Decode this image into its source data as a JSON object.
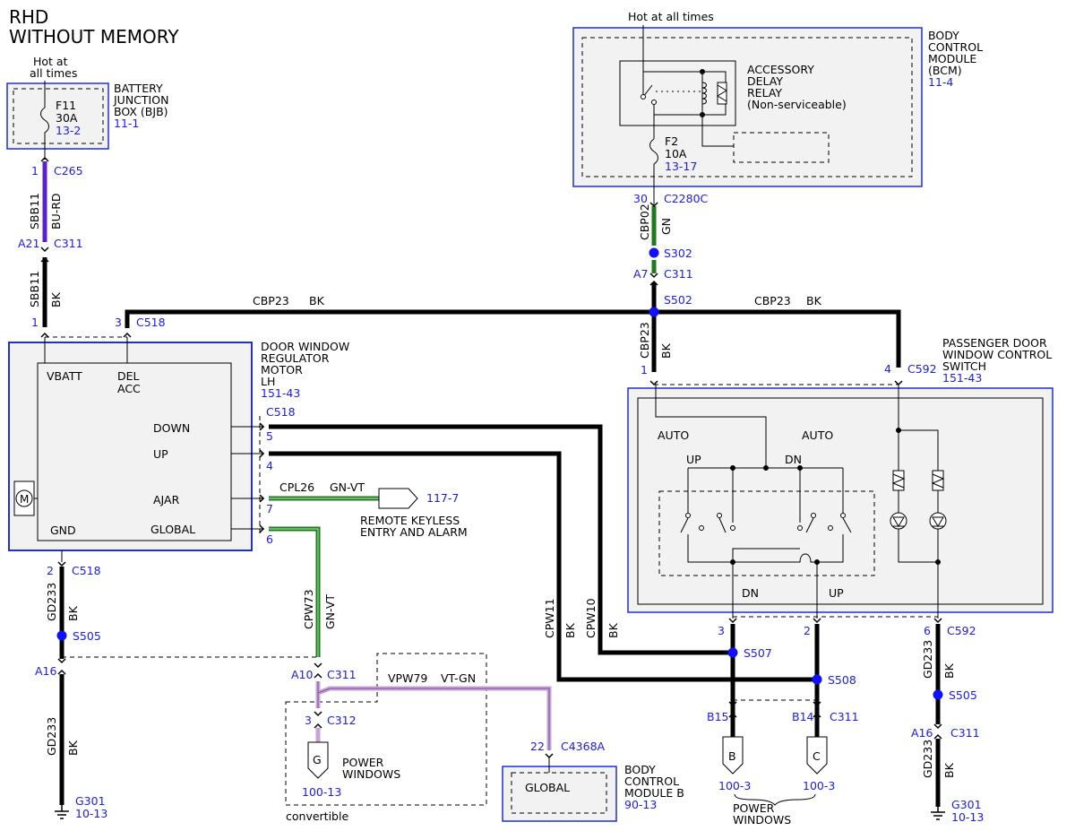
{
  "title": {
    "line1": "RHD",
    "line2": "WITHOUT MEMORY"
  },
  "hot_at_times": {
    "top": "Hot at all times",
    "bjb_line1": "Hot at",
    "bjb_line2": "all times"
  },
  "bjb": {
    "name_lines": [
      "BATTERY",
      "JUNCTION",
      "BOX (BJB)"
    ],
    "ref": "11-1",
    "fuse": "F11",
    "fuse_rating": "30A",
    "fuse_ref": "13-2"
  },
  "bcm": {
    "name_lines": [
      "BODY",
      "CONTROL",
      "MODULE",
      "(BCM)"
    ],
    "ref": "11-4",
    "relay_lines": [
      "ACCESSORY",
      "DELAY",
      "RELAY",
      "(Non-serviceable)"
    ],
    "fuse": "F2",
    "fuse_rating": "10A",
    "fuse_ref": "13-17"
  },
  "door_motor": {
    "name_lines": [
      "DOOR WINDOW",
      "REGULATOR",
      "MOTOR",
      "LH"
    ],
    "ref": "151-43",
    "pins": {
      "vbatt": "VBATT",
      "del": "DEL",
      "acc": "ACC",
      "down": "DOWN",
      "up": "UP",
      "ajar": "AJAR",
      "gnd": "GND",
      "global": "GLOBAL"
    },
    "motor_symbol": "M"
  },
  "passenger_switch": {
    "name_lines": [
      "PASSENGER DOOR",
      "WINDOW CONTROL",
      "SWITCH"
    ],
    "ref": "151-43",
    "labels": {
      "auto_left": "AUTO",
      "auto_right": "AUTO",
      "up": "UP",
      "dn": "DN",
      "out_dn": "DN",
      "out_up": "UP"
    }
  },
  "bcm_b": {
    "name_lines": [
      "BODY",
      "CONTROL",
      "MODULE B"
    ],
    "ref": "90-13",
    "pin": "GLOBAL"
  },
  "rke": {
    "name_lines": [
      "REMOTE KEYLESS",
      "ENTRY AND ALARM"
    ],
    "ref": "117-7"
  },
  "power_windows_g": {
    "letter": "G",
    "label_lines": [
      "POWER",
      "WINDOWS"
    ],
    "ref": "100-13",
    "note": "convertible"
  },
  "power_windows_bc": {
    "b": "B",
    "c": "C",
    "ref_b": "100-3",
    "ref_c": "100-3",
    "label_lines": [
      "POWER",
      "WINDOWS"
    ]
  },
  "wires": {
    "sbb11": "SBB11",
    "bu_rd": "BU-RD",
    "bk": "BK",
    "cbp02": "CBP02",
    "gn": "GN",
    "cbp23": "CBP23",
    "cpl26": "CPL26",
    "gn_vt": "GN-VT",
    "cpw73": "CPW73",
    "cpw11": "CPW11",
    "cpw10": "CPW10",
    "gd233": "GD233",
    "vpw79": "VPW79",
    "vt_gn": "VT-GN"
  },
  "connectors": {
    "c265": "C265",
    "c265_pin": "1",
    "c311_a21": "A21",
    "c311": "C311",
    "c518_top_pin1": "1",
    "c518_top_pin3": "3",
    "c518": "C518",
    "c2280c_pin": "30",
    "c2280c": "C2280C",
    "s302": "S302",
    "c311_a7": "A7",
    "s502": "S502",
    "pin_1": "1",
    "c592": "C592",
    "c592_pin4": "4",
    "c518_pin5": "5",
    "c518_pin4": "4",
    "c518_pin7": "7",
    "c518_pin6": "6",
    "c518_gnd_pin": "2",
    "s505": "S505",
    "c311_a16": "A16",
    "g301": "G301",
    "g301_ref": "10-13",
    "c311_a10": "A10",
    "c312_pin": "3",
    "c312": "C312",
    "c4368a_pin": "22",
    "c4368a": "C4368A",
    "s507": "S507",
    "s508": "S508",
    "pin_3": "3",
    "pin_2": "2",
    "b15": "B15",
    "b14": "B14",
    "c592_pin6": "6",
    "s505_r": "S505",
    "c311_a16_r": "A16",
    "g301_r": "G301",
    "g301_ref_r": "10-13"
  },
  "colors": {
    "wire_black": "#000000",
    "wire_blue_red": "#5b1fd6",
    "wire_green": "#1f7a1f",
    "wire_violet_green": "#c8a3d8",
    "module_border": "#1f2fd6",
    "module_fill": "#f2f2f2",
    "ref_text": "#1a1aff",
    "splice": "#1010ff"
  }
}
